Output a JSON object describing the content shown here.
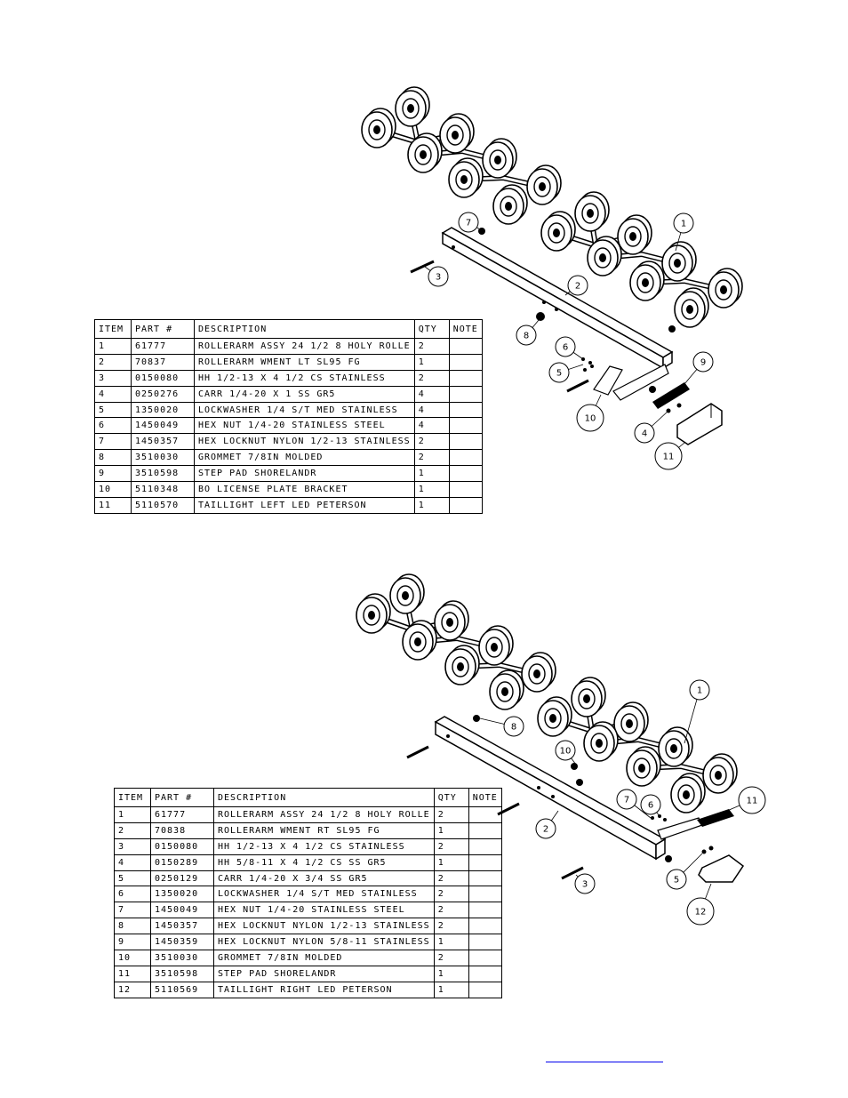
{
  "table_headers": {
    "item": "ITEM",
    "part": "PART #",
    "description": "DESCRIPTION",
    "qty": "QTY",
    "note": "NOTE"
  },
  "bom_left": [
    {
      "item": "1",
      "part": "61777",
      "description": "ROLLERARM ASSY 24 1/2  8 HOLY ROLLE",
      "qty": "2",
      "note": ""
    },
    {
      "item": "2",
      "part": "70837",
      "description": "ROLLERARM WMENT LT SL95 FG",
      "qty": "1",
      "note": ""
    },
    {
      "item": "3",
      "part": "0150080",
      "description": "HH 1/2-13 X 4 1/2 CS STAINLESS",
      "qty": "2",
      "note": ""
    },
    {
      "item": "4",
      "part": "0250276",
      "description": "CARR 1/4-20 X 1 SS GR5",
      "qty": "4",
      "note": ""
    },
    {
      "item": "5",
      "part": "1350020",
      "description": "LOCKWASHER 1/4 S/T MED STAINLESS",
      "qty": "4",
      "note": ""
    },
    {
      "item": "6",
      "part": "1450049",
      "description": "HEX NUT 1/4-20 STAINLESS STEEL",
      "qty": "4",
      "note": ""
    },
    {
      "item": "7",
      "part": "1450357",
      "description": "HEX LOCKNUT NYLON 1/2-13 STAINLESS",
      "qty": "2",
      "note": ""
    },
    {
      "item": "8",
      "part": "3510030",
      "description": "GROMMET  7/8IN MOLDED",
      "qty": "2",
      "note": ""
    },
    {
      "item": "9",
      "part": "3510598",
      "description": "STEP PAD SHORELANDR",
      "qty": "1",
      "note": ""
    },
    {
      "item": "10",
      "part": "5110348",
      "description": "BO LICENSE PLATE BRACKET",
      "qty": "1",
      "note": ""
    },
    {
      "item": "11",
      "part": "5110570",
      "description": "TAILLIGHT LEFT LED PETERSON",
      "qty": "1",
      "note": ""
    }
  ],
  "bom_right": [
    {
      "item": "1",
      "part": "61777",
      "description": "ROLLERARM ASSY 24 1/2  8 HOLY ROLLE",
      "qty": "2",
      "note": ""
    },
    {
      "item": "2",
      "part": "70838",
      "description": "ROLLERARM WMENT RT SL95 FG",
      "qty": "1",
      "note": ""
    },
    {
      "item": "3",
      "part": "0150080",
      "description": "HH 1/2-13 X 4 1/2 CS STAINLESS",
      "qty": "2",
      "note": ""
    },
    {
      "item": "4",
      "part": "0150289",
      "description": "HH 5/8-11 X 4 1/2 CS SS GR5",
      "qty": "1",
      "note": ""
    },
    {
      "item": "5",
      "part": "0250129",
      "description": "CARR 1/4-20 X 3/4 SS GR5",
      "qty": "2",
      "note": ""
    },
    {
      "item": "6",
      "part": "1350020",
      "description": "LOCKWASHER 1/4 S/T MED STAINLESS",
      "qty": "2",
      "note": ""
    },
    {
      "item": "7",
      "part": "1450049",
      "description": "HEX NUT 1/4-20 STAINLESS STEEL",
      "qty": "2",
      "note": ""
    },
    {
      "item": "8",
      "part": "1450357",
      "description": "HEX LOCKNUT NYLON 1/2-13 STAINLESS",
      "qty": "2",
      "note": ""
    },
    {
      "item": "9",
      "part": "1450359",
      "description": "HEX LOCKNUT NYLON 5/8-11 STAINLESS",
      "qty": "1",
      "note": ""
    },
    {
      "item": "10",
      "part": "3510030",
      "description": "GROMMET  7/8IN MOLDED",
      "qty": "2",
      "note": ""
    },
    {
      "item": "11",
      "part": "3510598",
      "description": "STEP PAD SHORELANDR",
      "qty": "1",
      "note": ""
    },
    {
      "item": "12",
      "part": "5110569",
      "description": "TAILLIGHT RIGHT LED PETERSON",
      "qty": "1",
      "note": ""
    }
  ],
  "callouts_left": [
    "1",
    "2",
    "3",
    "4",
    "5",
    "6",
    "7",
    "8",
    "9",
    "10",
    "11"
  ],
  "callouts_right": [
    "1",
    "2",
    "3",
    "5",
    "6",
    "7",
    "8",
    "10",
    "11",
    "12"
  ],
  "colors": {
    "ink": "#000000",
    "link": "#0000ee"
  }
}
